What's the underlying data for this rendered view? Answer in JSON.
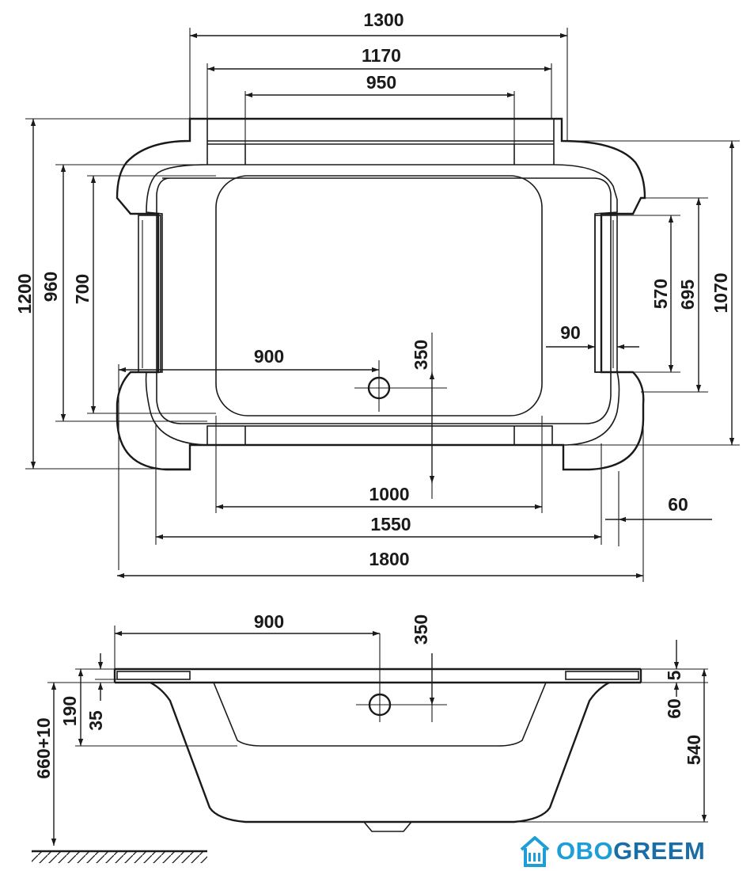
{
  "top_view": {
    "dim_1300": "1300",
    "dim_1170": "1170",
    "dim_950": "950",
    "dim_1200": "1200",
    "dim_960": "960",
    "dim_700": "700",
    "dim_900": "900",
    "dim_350": "350",
    "dim_90": "90",
    "dim_570": "570",
    "dim_695": "695",
    "dim_1070": "1070",
    "dim_1000": "1000",
    "dim_1550": "1550",
    "dim_60": "60",
    "dim_1800": "1800"
  },
  "side_view": {
    "dim_900": "900",
    "dim_350": "350",
    "dim_660": "660+10",
    "dim_190": "190",
    "dim_35": "35",
    "dim_5": "5",
    "dim_60": "60",
    "dim_540": "540"
  },
  "logo": {
    "text_part1": "OBO",
    "text_part2": "GREEM",
    "color_blue": "#1e9ed6",
    "color_dark": "#1b6ea5"
  }
}
